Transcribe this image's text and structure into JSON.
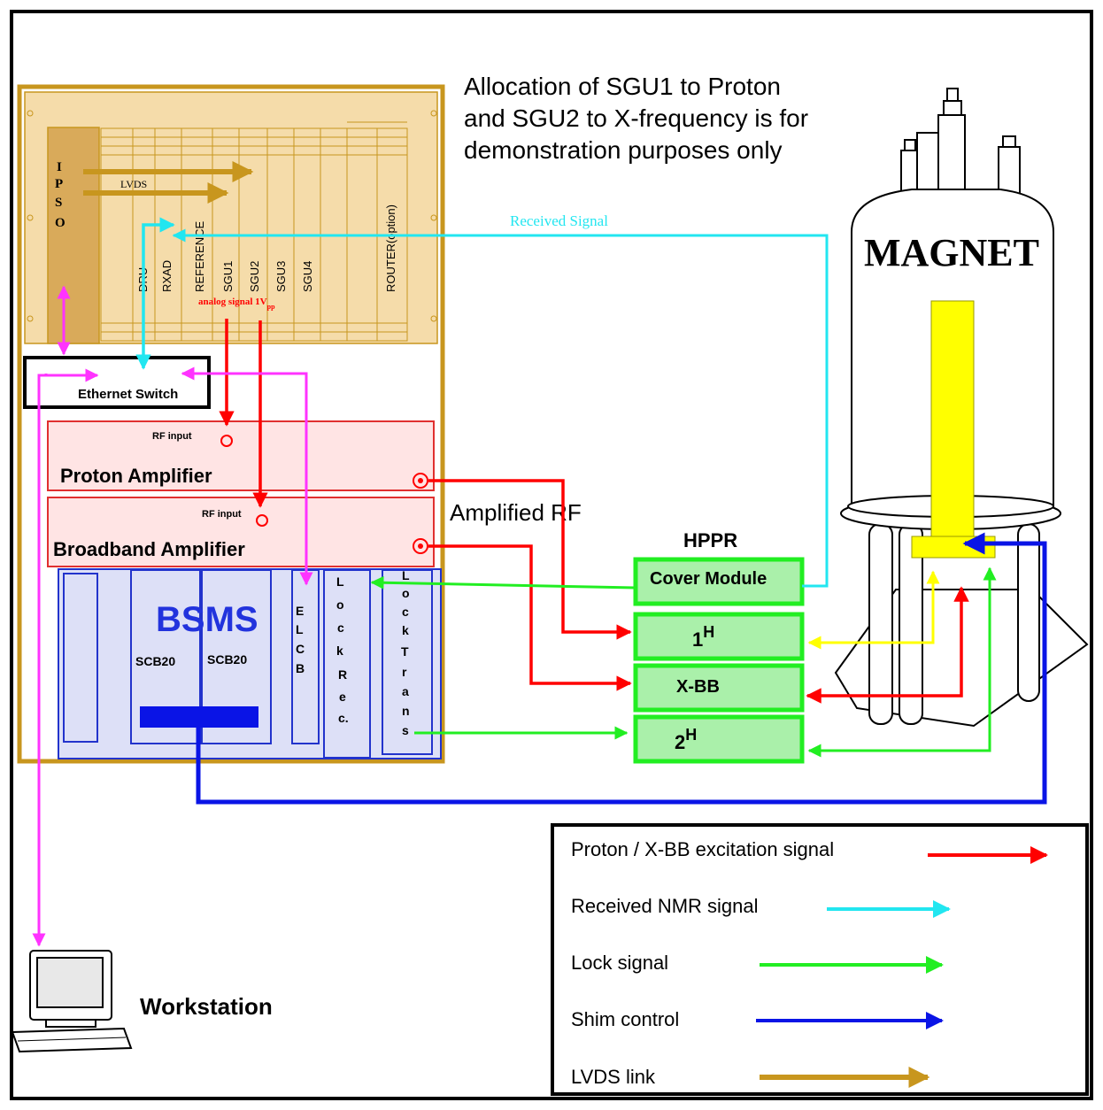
{
  "note": {
    "line1": "Allocation of SGU1 to Proton",
    "line2": "and SGU2 to X-frequency is for",
    "line3": "demonstration purposes only"
  },
  "rack": {
    "ipso_letters": [
      "I",
      "P",
      "S",
      "O"
    ],
    "lvds_label": "LVDS",
    "slots": [
      "DRU",
      "RXAD",
      "REFERENCE",
      "SGU1",
      "SGU2",
      "SGU3",
      "SGU4",
      "ROUTER(option)"
    ],
    "analog_signal_label": "analog signal 1V",
    "analog_signal_sub": "pp",
    "ethernet_switch": "Ethernet Switch",
    "rf_input": "RF input",
    "proton_amplifier": "Proton Amplifier",
    "broadband_amplifier": "Broadband Amplifier",
    "bsms": "BSMS",
    "scb20": "SCB20",
    "elcb_letters": [
      "E",
      "L",
      "C",
      "B"
    ],
    "lock_rec_letters": [
      "L",
      "o",
      "c",
      "k",
      "",
      "R",
      "e",
      "c."
    ],
    "lock_trans_letters": [
      "L",
      "o",
      "c",
      "k",
      "T",
      "r",
      "a",
      "n",
      "s"
    ]
  },
  "signals": {
    "received_signal": "Received Signal",
    "amplified_rf": "Amplified RF"
  },
  "hppr": {
    "title": "HPPR",
    "cover_module": "Cover Module",
    "module_1h_base": "1",
    "module_1h_sup": "H",
    "module_xbb": "X-BB",
    "module_2h_base": "2",
    "module_2h_sup": "H"
  },
  "magnet": {
    "label": "MAGNET"
  },
  "workstation": {
    "label": "Workstation"
  },
  "legend": {
    "items": [
      {
        "label": "Proton / X-BB excitation signal",
        "color": "#ff0000"
      },
      {
        "label": "Received NMR signal",
        "color": "#22e6f0"
      },
      {
        "label": "Lock signal",
        "color": "#22ee22"
      },
      {
        "label": "Shim control",
        "color": "#0a14e6"
      },
      {
        "label": "LVDS link",
        "color": "#c8961e"
      }
    ]
  },
  "colors": {
    "red": "#ff0000",
    "cyan": "#22e6f0",
    "green": "#22ee22",
    "blue": "#0a14e6",
    "lvds": "#c8961e",
    "magenta": "#ff33ff",
    "yellow": "#ffff00",
    "rack_fill": "#f5dcaa",
    "rack_border": "#c8961e",
    "amp_fill": "#ffe4e4",
    "bsms_fill": "#dde0f7",
    "hppr_fill": "#aaf0aa"
  }
}
